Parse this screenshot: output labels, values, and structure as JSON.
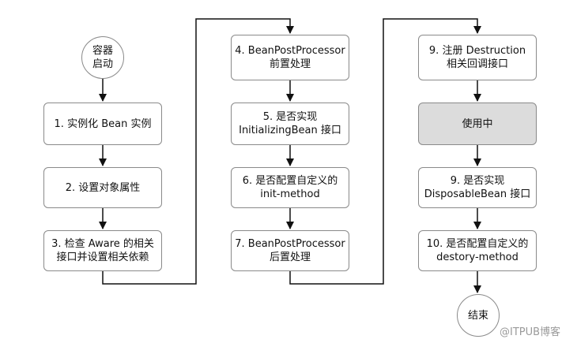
{
  "start_node": {
    "line1": "容器",
    "line2": "启动"
  },
  "end_node": {
    "label": "结束"
  },
  "col1": [
    {
      "lines": [
        "1. 实例化 Bean 实例"
      ]
    },
    {
      "lines": [
        "2. 设置对象属性"
      ]
    },
    {
      "lines": [
        "3. 检查 Aware 的相关",
        "接口并设置相关依赖"
      ]
    }
  ],
  "col2": [
    {
      "lines": [
        "4. BeanPostProcessor",
        "前置处理"
      ]
    },
    {
      "lines": [
        "5. 是否实现",
        "InitializingBean 接口"
      ]
    },
    {
      "lines": [
        "6. 是否配置自定义的",
        "init-method"
      ]
    },
    {
      "lines": [
        "7. BeanPostProcessor",
        "后置处理"
      ]
    }
  ],
  "col3": [
    {
      "lines": [
        "9. 注册 Destruction",
        "相关回调接口"
      ]
    },
    {
      "lines": [
        "使用中"
      ],
      "highlight": true
    },
    {
      "lines": [
        "9. 是否实现",
        "DisposableBean 接口"
      ]
    },
    {
      "lines": [
        "10. 是否配置自定义的",
        "destory-method"
      ]
    }
  ],
  "watermark": "@ITPUB博客"
}
